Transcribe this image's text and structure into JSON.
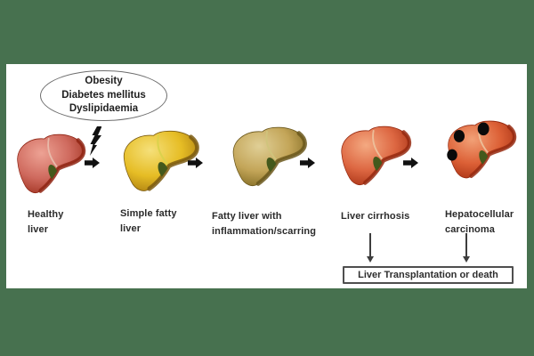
{
  "figure": {
    "title_semantic": "Progression of non-alcoholic fatty liver disease",
    "frame_color": "#47714f",
    "background_color": "#ffffff",
    "arrow_color": "#111111"
  },
  "risk_factors": {
    "items": [
      "Obesity",
      "Diabetes mellitus",
      "Dyslipidaemia"
    ]
  },
  "stages": [
    {
      "id": "healthy-liver",
      "label_lines": [
        "Healthy",
        "liver"
      ],
      "liver_colors": {
        "light": "#eda294",
        "base": "#cf6a5e",
        "dark": "#9e2f1d",
        "rim": "#8f2413",
        "seam": "#e8bfae"
      }
    },
    {
      "id": "simple-fatty-liver",
      "label_lines": [
        "Simple fatty",
        "liver"
      ],
      "liver_colors": {
        "light": "#f5e07a",
        "base": "#e6bd25",
        "dark": "#a87a10",
        "rim": "#7c5c10",
        "seam": "#d8d24a"
      }
    },
    {
      "id": "fatty-liver-inflammation",
      "label_lines": [
        "Fatty liver with",
        "inflammation/scarring"
      ],
      "liver_colors": {
        "light": "#e0cf96",
        "base": "#c3a558",
        "dark": "#7c661f",
        "rim": "#6b581c",
        "seam": "#cfc47c"
      }
    },
    {
      "id": "liver-cirrhosis",
      "label_lines": [
        "Liver cirrhosis"
      ],
      "liver_colors": {
        "light": "#f4a981",
        "base": "#dd6742",
        "dark": "#a52f12",
        "rim": "#962a10",
        "seam": "#ecc39f"
      }
    },
    {
      "id": "hepatocellular-carcinoma",
      "label_lines": [
        "Hepatocellular",
        "carcinoma"
      ],
      "liver_colors": {
        "light": "#f2a177",
        "base": "#dc6036",
        "dark": "#a52f12",
        "rim": "#962a10",
        "seam": "#ecc39f"
      },
      "tumors": {
        "count": 3,
        "color": "#0a0a0a"
      }
    }
  ],
  "icons": {
    "lightning_bolt": "stress/insult from risk factors",
    "right_arrow": "progression arrow",
    "down_arrow": "outcome arrow"
  },
  "outcome_box": {
    "label": "Liver Transplantation or death"
  },
  "gallbladder_color": "#44591c"
}
